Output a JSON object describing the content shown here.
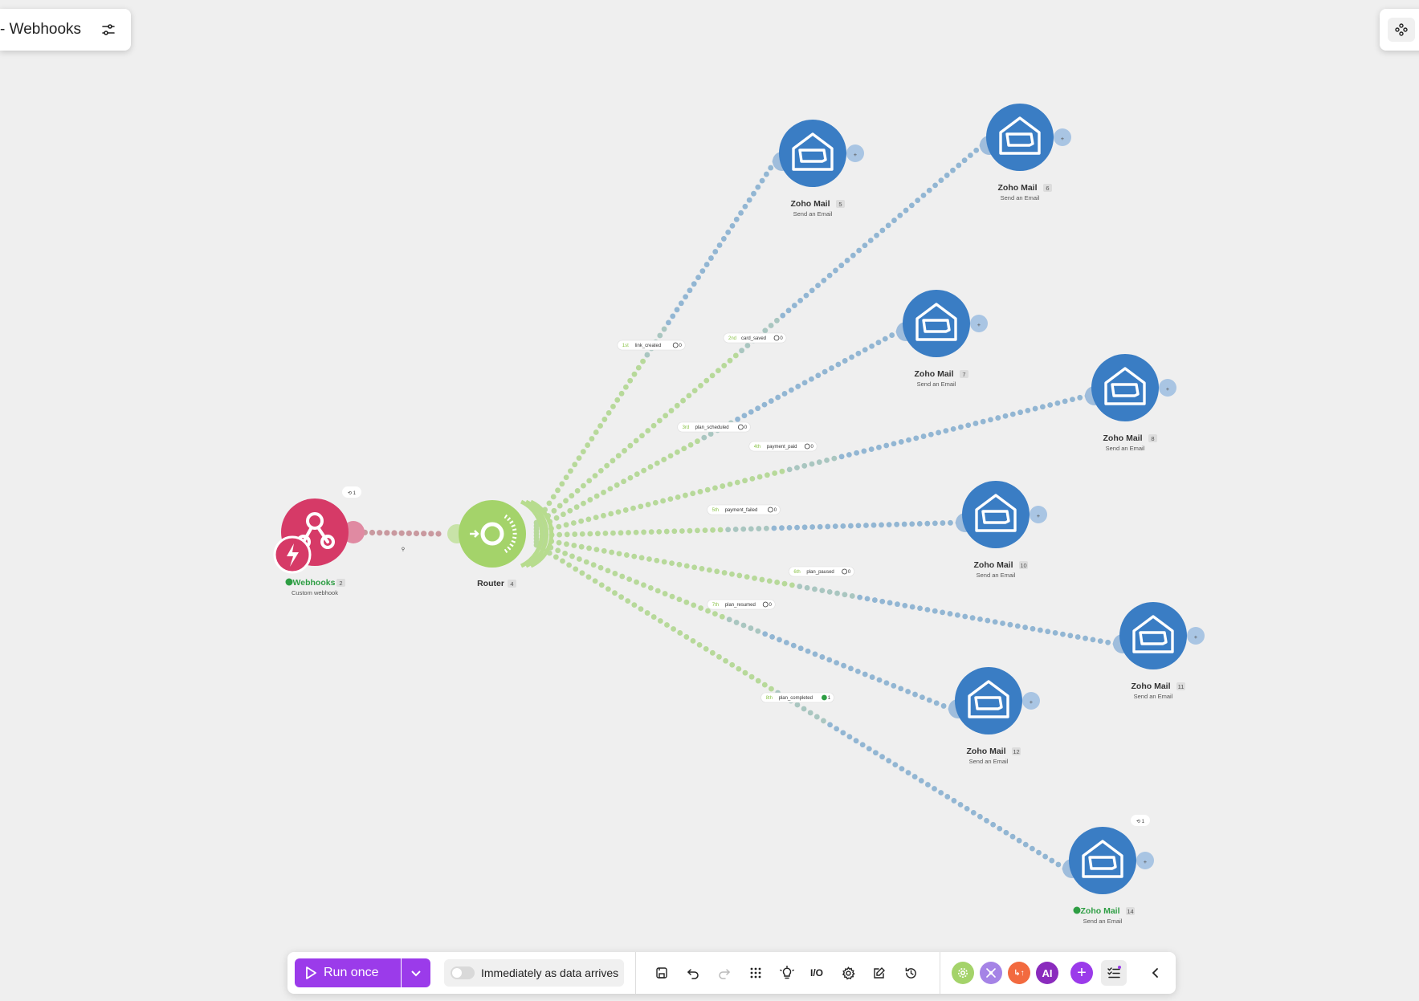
{
  "scenario": {
    "title": "- Webhooks"
  },
  "colors": {
    "accent": "#9b3bea",
    "zoho": "#3a7dc4",
    "webhook": "#d63a67",
    "router": "#a4d36a",
    "success": "#2e9e44"
  },
  "canvas": {
    "trigger": {
      "name": "Webhooks",
      "badge": "2",
      "sub": "Custom webhook",
      "ops": "1",
      "status": "success"
    },
    "router": {
      "name": "Router",
      "badge": "4"
    },
    "modules": [
      {
        "name": "Zoho Mail",
        "badge": "5",
        "sub": "Send an Email",
        "route": {
          "ord": "1st",
          "label": "link_created",
          "count": "0"
        }
      },
      {
        "name": "Zoho Mail",
        "badge": "6",
        "sub": "Send an Email",
        "route": {
          "ord": "2nd",
          "label": "card_saved",
          "count": "0"
        }
      },
      {
        "name": "Zoho Mail",
        "badge": "7",
        "sub": "Send an Email",
        "route": {
          "ord": "3rd",
          "label": "plan_scheduled",
          "count": "0"
        }
      },
      {
        "name": "Zoho Mail",
        "badge": "8",
        "sub": "Send an Email",
        "route": {
          "ord": "4th",
          "label": "payment_paid",
          "count": "0"
        }
      },
      {
        "name": "Zoho Mail",
        "badge": "10",
        "sub": "Send an Email",
        "route": {
          "ord": "5th",
          "label": "payment_failed",
          "count": "0"
        }
      },
      {
        "name": "Zoho Mail",
        "badge": "11",
        "sub": "Send an Email",
        "route": {
          "ord": "6th",
          "label": "plan_paused",
          "count": "0"
        }
      },
      {
        "name": "Zoho Mail",
        "badge": "12",
        "sub": "Send an Email",
        "route": {
          "ord": "7th",
          "label": "plan_resumed",
          "count": "0"
        }
      },
      {
        "name": "Zoho Mail",
        "badge": "14",
        "sub": "Send an Email",
        "route": {
          "ord": "8th",
          "label": "plan_completed",
          "count": "1"
        },
        "ops": "1",
        "status": "success"
      }
    ]
  },
  "toolbar": {
    "run_label": "Run once",
    "schedule_label": "Immediately as data arrives",
    "io_label": "I/O",
    "ai_label": "AI",
    "icons": [
      "save-icon",
      "undo-icon",
      "redo-icon",
      "auto-align-icon",
      "explain-flow-icon",
      "io-icon",
      "settings-icon",
      "notes-icon",
      "history-icon"
    ]
  }
}
